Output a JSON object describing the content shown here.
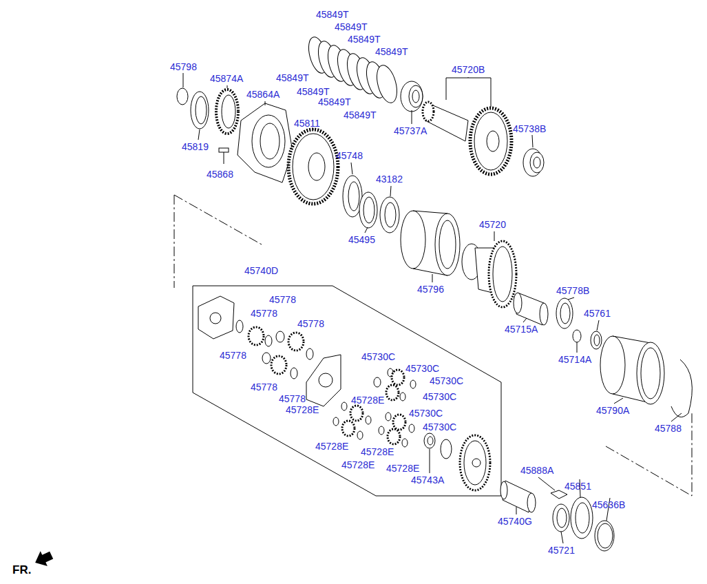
{
  "diagram": {
    "labels": [
      "45849T",
      "45849T",
      "45849T",
      "45849T",
      "45849T",
      "45849T",
      "45849T",
      "45849T",
      "45798",
      "45874A",
      "45720B",
      "45864A",
      "45737A",
      "45811",
      "45738B",
      "45819",
      "45868",
      "45748",
      "43182",
      "45495",
      "45720",
      "45796",
      "45740D",
      "45778",
      "45778",
      "45778",
      "45778",
      "45778",
      "45778",
      "45778B",
      "45761",
      "45715A",
      "45714A",
      "45790A",
      "45788",
      "45730C",
      "45730C",
      "45730C",
      "45730C",
      "45730C",
      "45730C",
      "45728E",
      "45728E",
      "45728E",
      "45728E",
      "45728E",
      "45728E",
      "45743A",
      "45888A",
      "45851",
      "45636B",
      "45740G",
      "45721",
      "FR."
    ]
  }
}
